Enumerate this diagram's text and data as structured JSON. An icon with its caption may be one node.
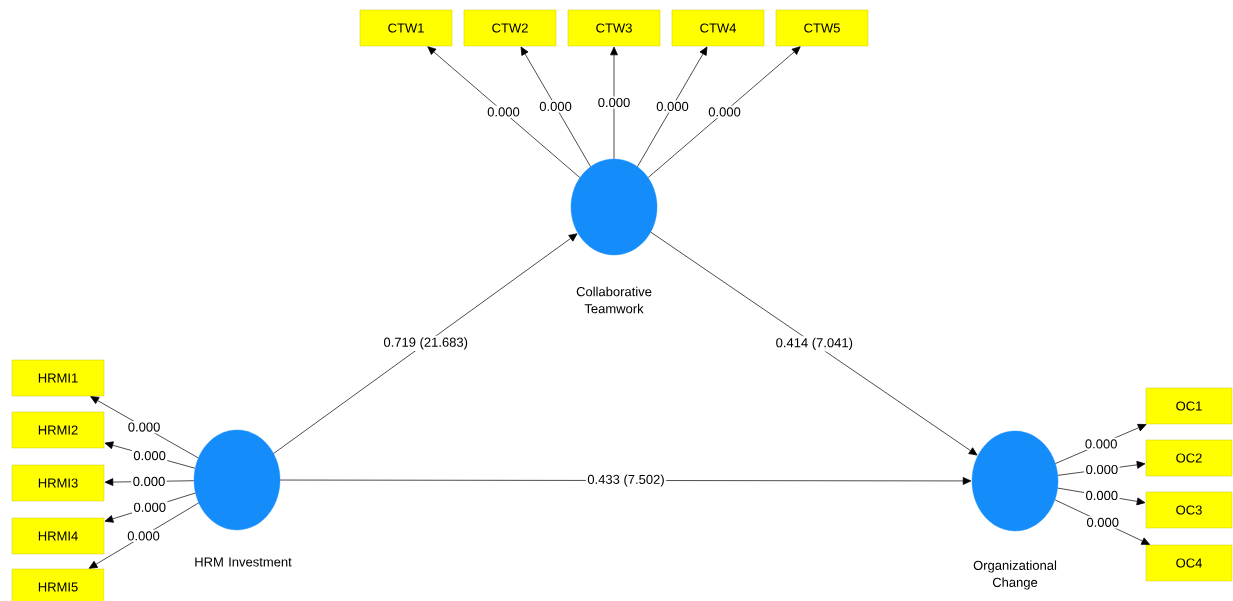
{
  "diagram": {
    "nodes": [
      {
        "text": [
          "CTW1"
        ]
      },
      {
        "text": [
          "CTW2"
        ]
      },
      {
        "text": [
          "CTW3"
        ]
      },
      {
        "text": [
          "CTW4"
        ]
      },
      {
        "text": [
          "CTW5"
        ]
      },
      {
        "text": [
          "Collaborative Teamwork"
        ]
      },
      {
        "text": [
          "HRMI1"
        ]
      },
      {
        "text": [
          "HRMI2"
        ]
      },
      {
        "text": [
          "HRMI3"
        ]
      },
      {
        "text": [
          "HRMI4"
        ]
      },
      {
        "text": [
          "HRMI5"
        ]
      },
      {
        "text": [
          "HRM Investment"
        ]
      },
      {
        "text": [
          "Organizational Change"
        ]
      },
      {
        "text": [
          "OC1"
        ]
      },
      {
        "text": [
          "OC2"
        ]
      },
      {
        "text": [
          "OC3"
        ]
      },
      {
        "text": [
          "OC4"
        ]
      }
    ],
    "edges": [
      {
        "from": 5,
        "to": 0,
        "arrow": "to",
        "label": "0.000"
      },
      {
        "from": 5,
        "to": 1,
        "arrow": "to",
        "label": "0.000"
      },
      {
        "from": 5,
        "to": 2,
        "arrow": "to",
        "label": "0.000"
      },
      {
        "from": 5,
        "to": 3,
        "arrow": "to",
        "label": "0.000"
      },
      {
        "from": 5,
        "to": 4,
        "arrow": "to",
        "label": "0.000"
      },
      {
        "from": 11,
        "to": 5,
        "arrow": "to",
        "label": "0.719 (21.683)"
      },
      {
        "from": 5,
        "to": 12,
        "arrow": "to",
        "label": "0.414 (7.041)"
      },
      {
        "from": 11,
        "to": 12,
        "arrow": "to",
        "label": "0.433 (7.502)"
      },
      {
        "from": 11,
        "to": 6,
        "arrow": "to",
        "label": "0.000"
      },
      {
        "from": 11,
        "to": 7,
        "arrow": "to",
        "label": "0.000"
      },
      {
        "from": 11,
        "to": 8,
        "arrow": "to",
        "label": "0.000"
      },
      {
        "from": 11,
        "to": 9,
        "arrow": "to",
        "label": "0.000"
      },
      {
        "from": 11,
        "to": 10,
        "arrow": "to",
        "label": "0.000"
      },
      {
        "from": 12,
        "to": 13,
        "arrow": "to",
        "label": "0.000"
      },
      {
        "from": 12,
        "to": 14,
        "arrow": "to",
        "label": "0.000"
      },
      {
        "from": 12,
        "to": 15,
        "arrow": "to",
        "label": "0.000"
      },
      {
        "from": 12,
        "to": 16,
        "arrow": "to",
        "label": "0.000"
      }
    ]
  }
}
